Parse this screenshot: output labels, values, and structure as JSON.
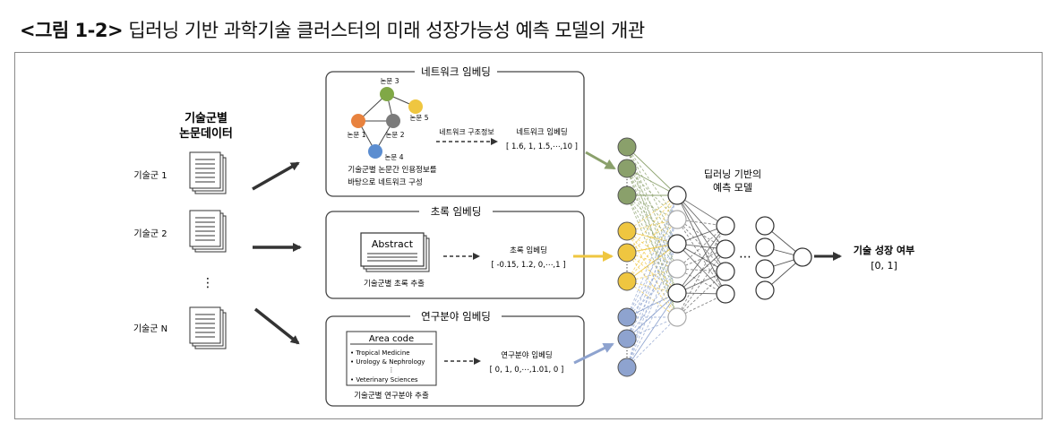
{
  "caption": {
    "figure_no": "<그림 1-2>",
    "title": "딥러닝 기반 과학기술 클러스터의 미래 성장가능성 예측 모델의 개관"
  },
  "left": {
    "header_line1": "기술군별",
    "header_line2": "논문데이터",
    "doc_labels": [
      "기술군 1",
      "기술군 2",
      "기술군 N"
    ],
    "ellipsis": "⋮"
  },
  "network_box": {
    "title": "네트워크 임베딩",
    "nodes": [
      "논문 1",
      "논문 2",
      "논문 3",
      "논문 4",
      "논문 5"
    ],
    "description_line1": "기술군별 논문간 인용정보를",
    "description_line2": "바탕으로 네트워크 구성",
    "arrow_label": "네트워크 구조정보",
    "embed_label": "네트워크 임베딩",
    "embed_vector": "[ 1.6, 1, 1.5,⋯,10 ]"
  },
  "abstract_box": {
    "title": "초록 임베딩",
    "doc_label": "Abstract",
    "caption": "기술군별 초록 추출",
    "embed_label": "초록 임베딩",
    "embed_vector": "[ -0.15, 1.2, 0,⋯,1 ]"
  },
  "field_box": {
    "title": "연구분야 임베딩",
    "panel_header": "Area code",
    "items": [
      "• Tropical Medicine",
      "• Urology & Nephrology",
      "⋮",
      "• Veterinary Sciences"
    ],
    "caption": "기술군별 연구분야 추출",
    "embed_label": "연구분야 임베딩",
    "embed_vector": "[ 0, 1, 0,⋯,1.01, 0 ]"
  },
  "model": {
    "label_line1": "딥러닝 기반의",
    "label_line2": "예측 모델",
    "layer_ellipsis": "⋯",
    "output_label": "기술 성장 여부",
    "output_range": "[0, 1]"
  },
  "colors": {
    "green": "#8aa06b",
    "yellow": "#efc640",
    "blue": "#8ea3cf",
    "orange": "#e8823e",
    "gray_node": "#7b7b7b",
    "blue_node": "#5b8dd0",
    "yellow_node": "#efc640",
    "green_node": "#80a846"
  }
}
